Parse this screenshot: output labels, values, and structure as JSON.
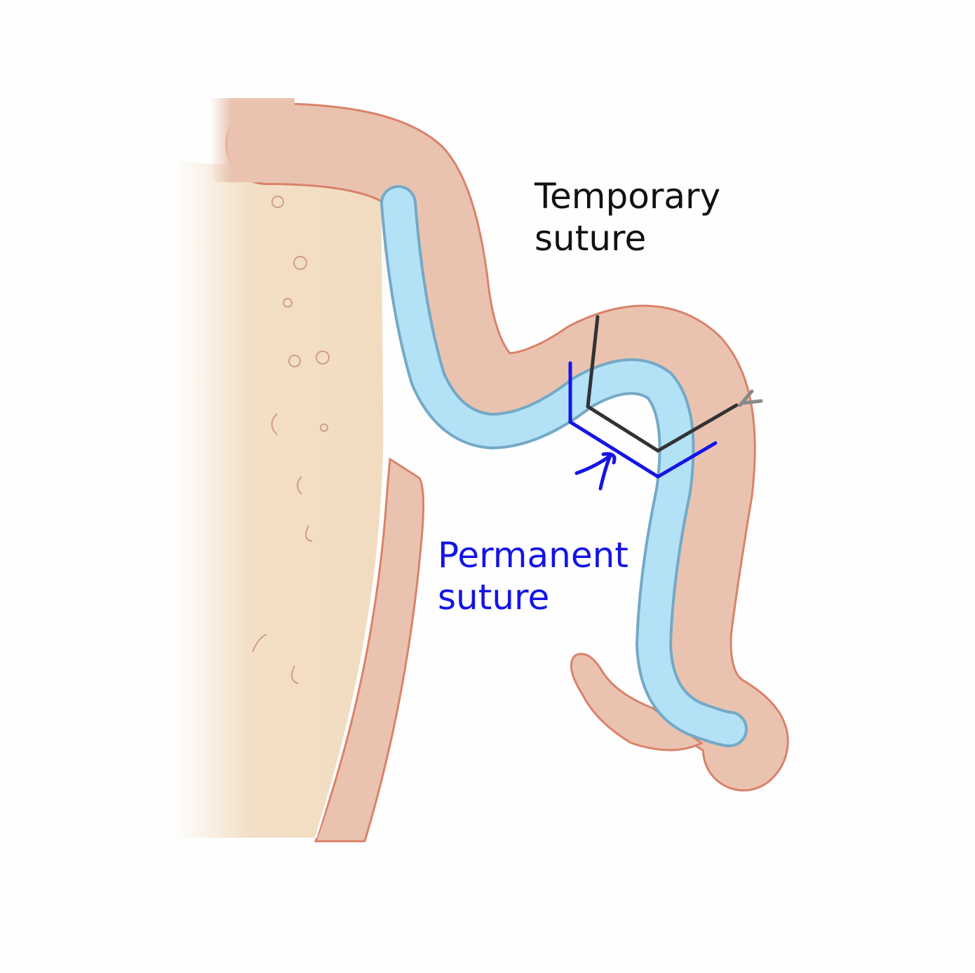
{
  "labels": {
    "temporary_line1": "Temporary",
    "temporary_line2": "suture",
    "permanent_line1": "Permanent",
    "permanent_line2": "suture"
  },
  "colors": {
    "bone": "#f2dcc0",
    "skin": "#eac3b0",
    "skin_edge": "#d9826a",
    "membrane": "#b3e2f7",
    "membrane_edge": "#74a9c6",
    "temporary_suture": "#333333",
    "permanent_suture": "#1414e6"
  }
}
